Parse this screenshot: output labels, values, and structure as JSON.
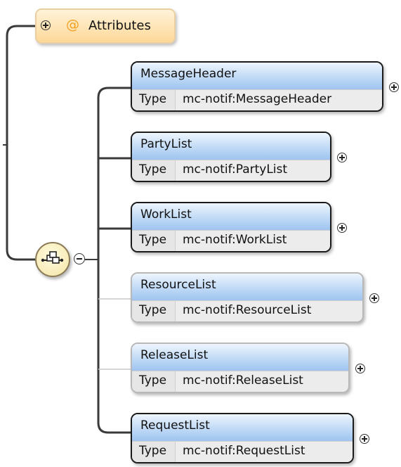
{
  "attributes": {
    "label": "Attributes",
    "at_glyph": "@",
    "icon": "plus-circle-icon"
  },
  "sequence": {
    "icon": "sequence-compositor-icon",
    "toggle_icon": "minus-circle-icon"
  },
  "type_label": "Type",
  "elements": [
    {
      "name": "MessageHeader",
      "type": "mc-notif:MessageHeader",
      "optional": false
    },
    {
      "name": "PartyList",
      "type": "mc-notif:PartyList",
      "optional": false
    },
    {
      "name": "WorkList",
      "type": "mc-notif:WorkList",
      "optional": false
    },
    {
      "name": "ResourceList",
      "type": "mc-notif:ResourceList",
      "optional": true
    },
    {
      "name": "ReleaseList",
      "type": "mc-notif:ReleaseList",
      "optional": true
    },
    {
      "name": "RequestList",
      "type": "mc-notif:RequestList",
      "optional": false
    }
  ],
  "colors": {
    "attribute_fill": "#fdd898",
    "element_header": "#c0daf6",
    "required_border": "#1b1b1b",
    "optional_border": "#b8b8b8",
    "sequence_fill": "#f4e5a4"
  }
}
